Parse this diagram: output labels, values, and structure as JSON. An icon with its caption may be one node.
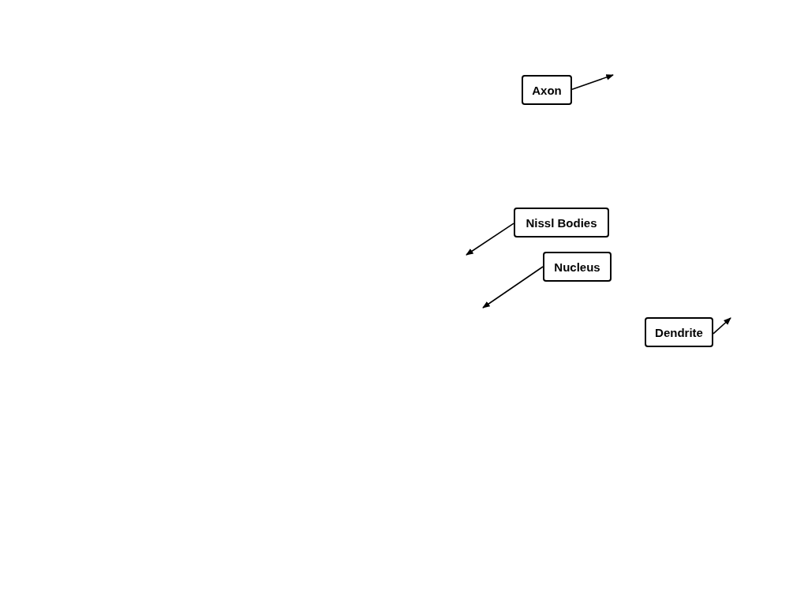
{
  "diagram": {
    "nodes": [
      {
        "text": [
          "Axon"
        ]
      },
      {
        "text": [
          "Nissl Bodies"
        ]
      },
      {
        "text": [
          "Nucleus"
        ]
      },
      {
        "text": [
          "Dendrite"
        ]
      }
    ],
    "edges": [
      {
        "from": 0,
        "to": null,
        "arrow": "to"
      },
      {
        "from": 1,
        "to": null,
        "arrow": "to"
      },
      {
        "from": 2,
        "to": null,
        "arrow": "to"
      },
      {
        "from": 3,
        "to": null,
        "arrow": "to"
      }
    ]
  }
}
